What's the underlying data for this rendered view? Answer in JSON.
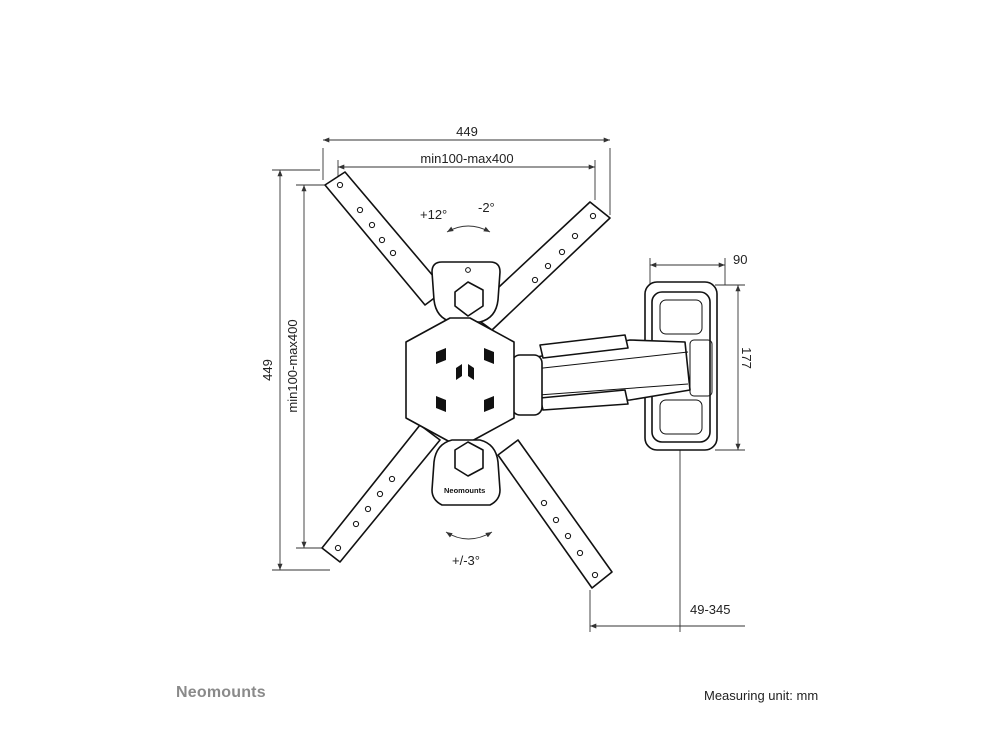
{
  "brand": {
    "name": "Neomounts",
    "plate_label": "Neomounts"
  },
  "footer": {
    "measuring_unit": "Measuring unit: mm"
  },
  "dimensions": {
    "overall_width": "449",
    "vesa_width": "min100-max400",
    "overall_height": "449",
    "vesa_height": "min100-max400",
    "wall_plate_depth": "90",
    "wall_plate_height": "177",
    "extension": "49-345"
  },
  "angles": {
    "tilt_up": "+12°",
    "tilt_down": "-2°",
    "rotation": "+/-3°"
  }
}
